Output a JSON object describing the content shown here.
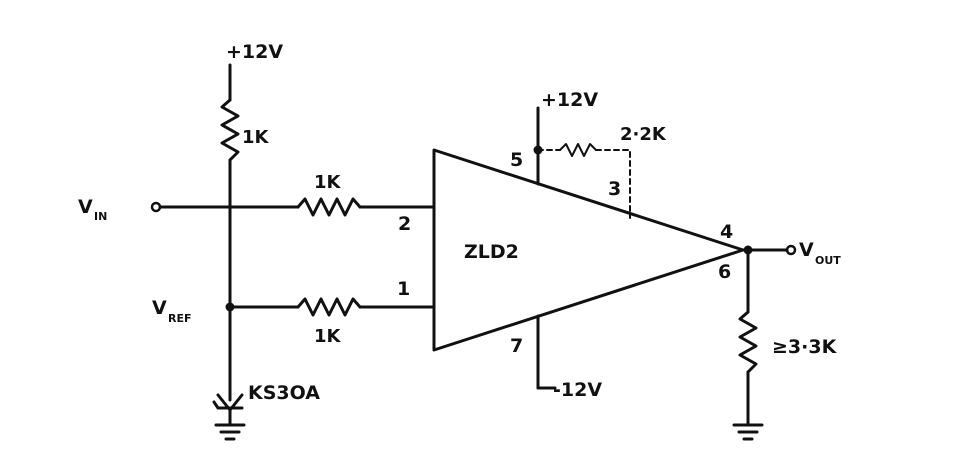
{
  "supplies": {
    "left_top": "+12V",
    "amp_top": "+12V",
    "amp_bottom": "-12V"
  },
  "signals": {
    "vin_main": "V",
    "vin_sub": "IN",
    "vref_main": "V",
    "vref_sub": "REF",
    "vout_main": "V",
    "vout_sub": "OUT"
  },
  "components": {
    "r_supply": "1K",
    "r_in2": "1K",
    "r_in1": "1K",
    "r_feedback": "2·2K",
    "r_load": "≥3·3K",
    "zener": "KS3OA",
    "amp_name": "ZLD2"
  },
  "pins": {
    "p1": "1",
    "p2": "2",
    "p3": "3",
    "p4": "4",
    "p5": "5",
    "p6": "6",
    "p7": "7"
  }
}
